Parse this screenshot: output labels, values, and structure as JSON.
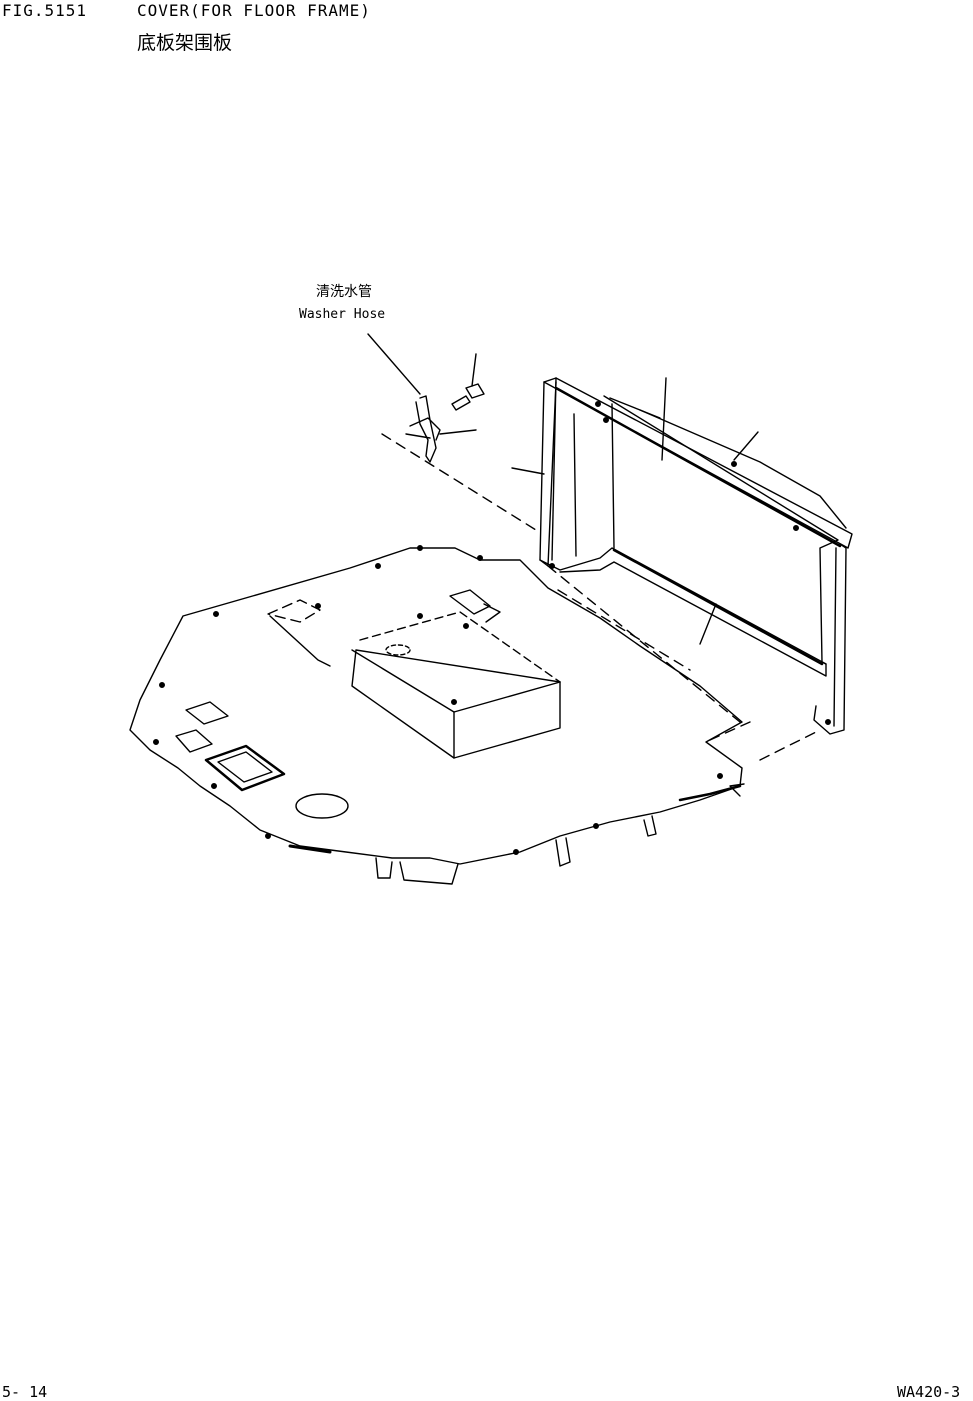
{
  "header": {
    "fig_number": "FIG.5151",
    "title": "COVER(FOR FLOOR FRAME)",
    "title_cn": "底板架围板"
  },
  "callouts": {
    "washer_hose_cn": "清洗水管",
    "washer_hose_en": "Washer Hose"
  },
  "footer": {
    "page": "5- 14",
    "model": "WA420-3"
  }
}
